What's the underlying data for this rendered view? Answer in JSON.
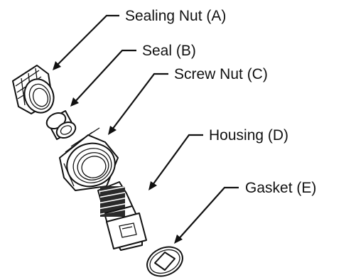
{
  "diagram": {
    "labels": {
      "sealing_nut": "Sealing Nut (A)",
      "seal": "Seal (B)",
      "screw_nut": "Screw Nut (C)",
      "housing": "Housing (D)",
      "gasket": "Gasket (E)"
    },
    "colors": {
      "ink": "#111111",
      "thread_band": "#2a2a2a",
      "background": "#ffffff"
    }
  }
}
